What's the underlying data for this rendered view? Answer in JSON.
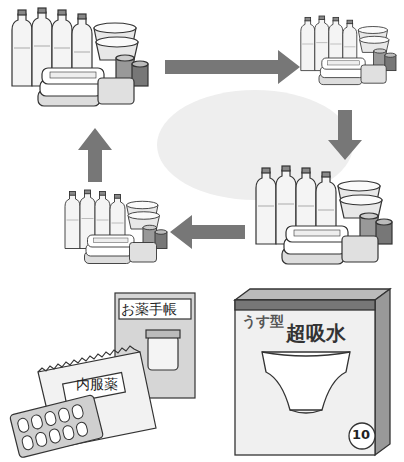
{
  "diagram": {
    "labels": [
      "お薬手帳",
      "内服薬",
      "うす型",
      "超吸水",
      "10"
    ]
  }
}
